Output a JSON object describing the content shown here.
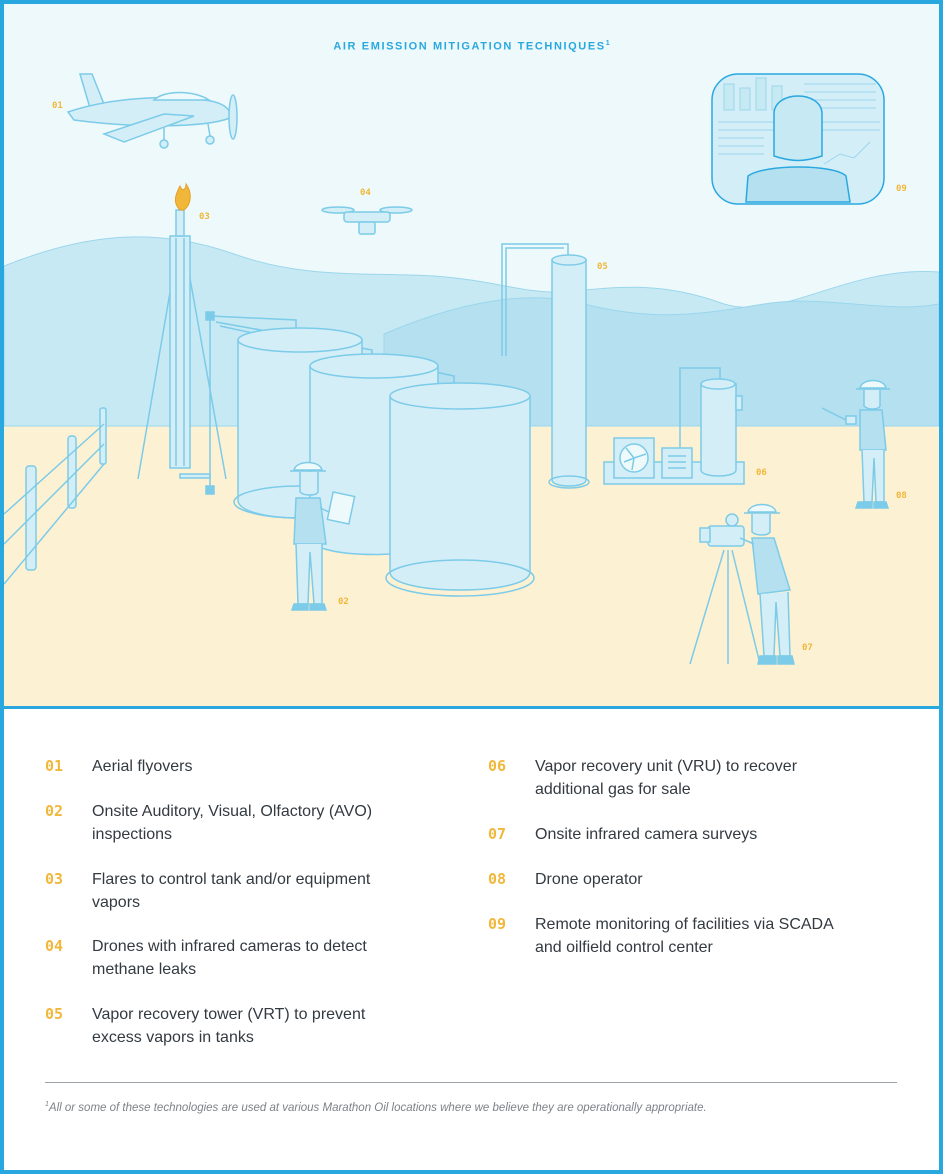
{
  "title": "AIR EMISSION MITIGATION TECHNIQUES",
  "title_footnote_mark": "1",
  "colors": {
    "accent": "#29a8e0",
    "label": "#f0b73a",
    "sky": "#eef9fb",
    "hills_back": "#c7e9f4",
    "hills_front": "#b4e0f0",
    "ground": "#fdf1d3",
    "line": "#7ccbe8",
    "fill": "#d4eef8"
  },
  "scene_labels": {
    "n01": "01",
    "n02": "02",
    "n03": "03",
    "n04": "04",
    "n05": "05",
    "n06": "06",
    "n07": "07",
    "n08": "08",
    "n09": "09"
  },
  "legend_left": [
    {
      "num": "01",
      "text": "Aerial flyovers"
    },
    {
      "num": "02",
      "text": "Onsite Auditory, Visual, Olfactory (AVO) inspections"
    },
    {
      "num": "03",
      "text": "Flares to control tank and/or equipment vapors"
    },
    {
      "num": "04",
      "text": "Drones with infrared cameras to detect methane leaks"
    },
    {
      "num": "05",
      "text": "Vapor recovery tower (VRT) to prevent excess vapors in tanks"
    }
  ],
  "legend_right": [
    {
      "num": "06",
      "text": "Vapor recovery unit (VRU) to recover additional gas for sale"
    },
    {
      "num": "07",
      "text": "Onsite infrared camera surveys"
    },
    {
      "num": "08",
      "text": "Drone operator"
    },
    {
      "num": "09",
      "text": "Remote monitoring of facilities via SCADA and oilfield control center"
    }
  ],
  "footnote_mark": "1",
  "footnote": "All or some of these technologies are used at various Marathon Oil locations where we believe they are operationally appropriate."
}
